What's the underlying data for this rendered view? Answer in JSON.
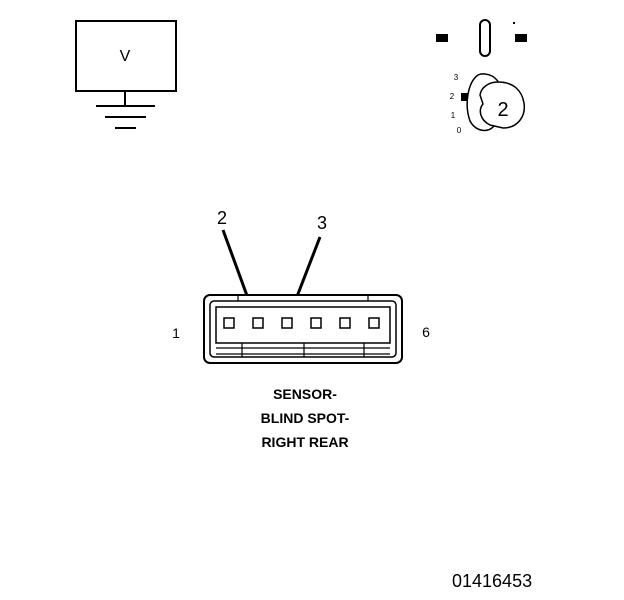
{
  "meter": {
    "symbol": "V"
  },
  "selector": {
    "positions": [
      "3",
      "2",
      "1",
      "0"
    ],
    "selected": "2"
  },
  "arrows": {
    "first": "2",
    "second": "3"
  },
  "connector": {
    "pin_first": "1",
    "pin_last": "6",
    "pin_count": 6,
    "probed_pins": [
      2,
      3
    ]
  },
  "caption": {
    "line1": "SENSOR-",
    "line2": "BLIND SPOT-",
    "line3": "RIGHT REAR"
  },
  "figure_id": "01416453"
}
